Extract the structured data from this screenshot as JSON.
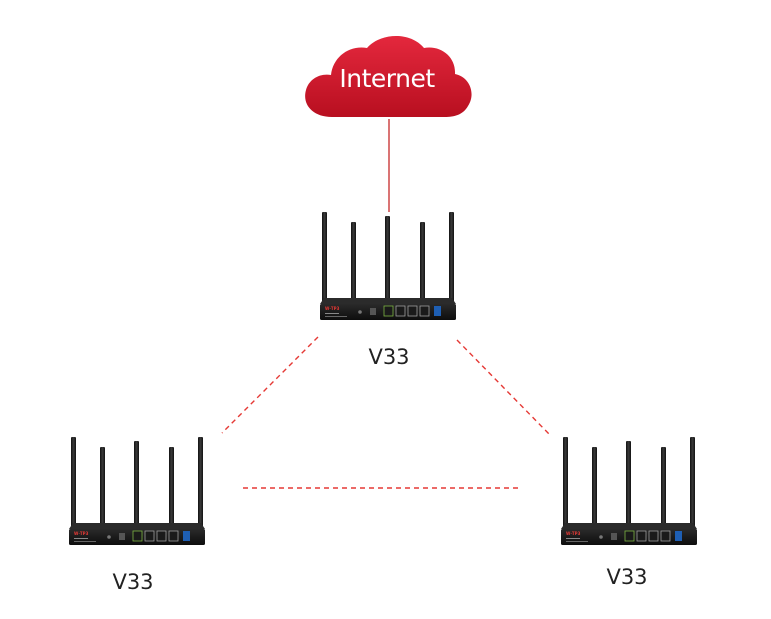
{
  "cloud": {
    "label": "Internet",
    "color": "#d3152a"
  },
  "routers": [
    {
      "id": "top",
      "label": "V33"
    },
    {
      "id": "left",
      "label": "V33"
    },
    {
      "id": "right",
      "label": "V33"
    }
  ],
  "links": [
    {
      "from": "cloud",
      "to": "top",
      "style": "solid",
      "color": "#c62828"
    },
    {
      "from": "top",
      "to": "left",
      "style": "dashed",
      "color": "#e53935"
    },
    {
      "from": "top",
      "to": "right",
      "style": "dashed",
      "color": "#e53935"
    },
    {
      "from": "left",
      "to": "right",
      "style": "dashed",
      "color": "#e53935"
    }
  ]
}
